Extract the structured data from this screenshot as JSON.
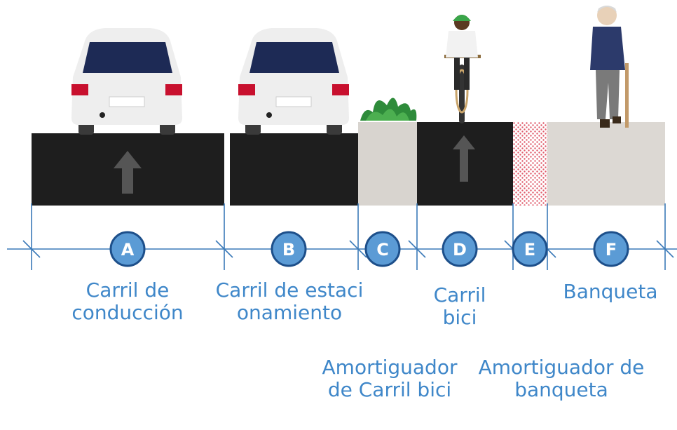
{
  "segments": [
    {
      "letter": "A",
      "label": "Carril de conducción"
    },
    {
      "letter": "B",
      "label": "Carril de estacionamiento"
    },
    {
      "letter": "C",
      "label": "Amortiguador de Carril bici"
    },
    {
      "letter": "D",
      "label": "Carril bici"
    },
    {
      "letter": "E",
      "label": "Amortiguador de banqueta"
    },
    {
      "letter": "F",
      "label": "Banqueta"
    }
  ],
  "colors": {
    "asphalt": "#1e1e1e",
    "buffer": "#d8d4cf",
    "sidewalk": "#dcd8d3",
    "hatch": "#e05a6a",
    "accent": "#5b9bd5",
    "label": "#3f87c9",
    "arrow": "#555555"
  }
}
